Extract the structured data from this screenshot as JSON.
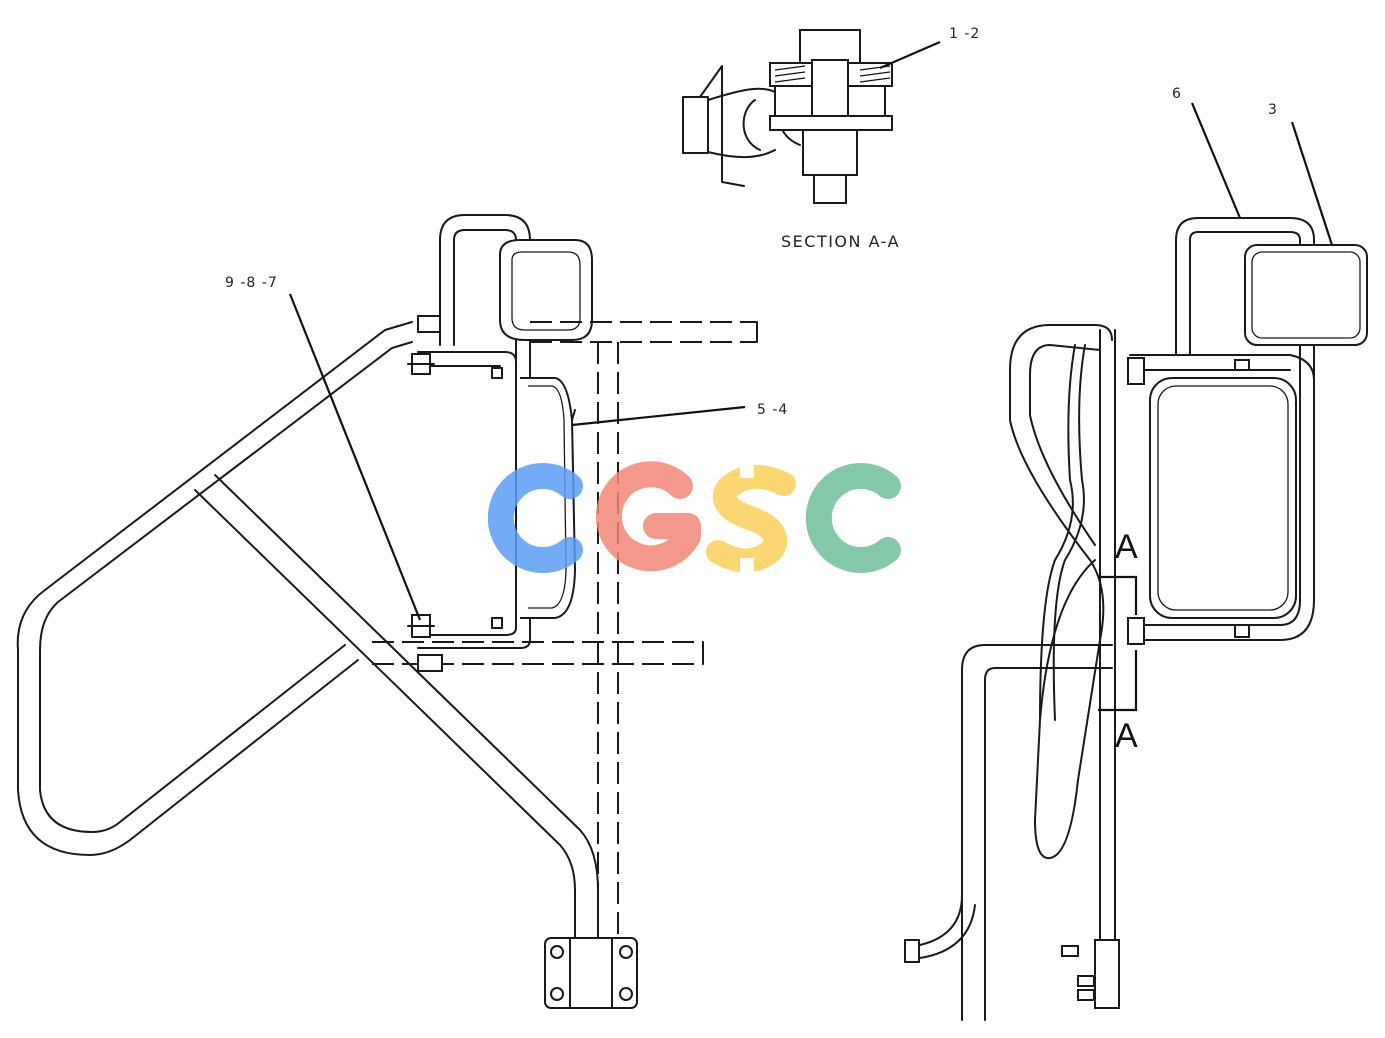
{
  "callouts": {
    "c12": "1 -2",
    "c6": "6",
    "c3": "3",
    "c987": "9 -8 -7",
    "c54": "5 -4"
  },
  "section_label": "SECTION A-A",
  "section_marks": {
    "top": "A",
    "bottom": "A"
  },
  "watermark": {
    "letters": [
      "C",
      "G",
      "S",
      "C"
    ],
    "colors": [
      "#5b9cf6",
      "#f38678",
      "#f9d057",
      "#6dbe99"
    ]
  }
}
